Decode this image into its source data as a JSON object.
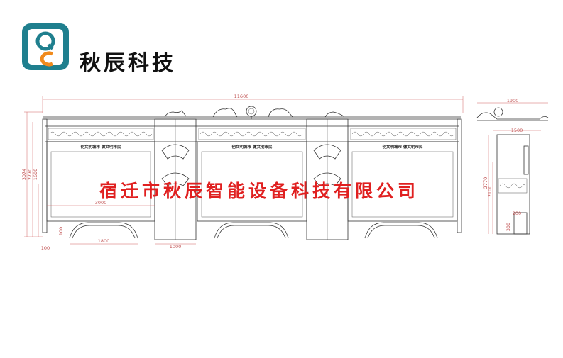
{
  "brand": {
    "logo_letters": "QC",
    "company_short": "秋辰科技"
  },
  "watermark": "宿迁市秋辰智能设备科技有限公司",
  "drawing": {
    "slogans": [
      "创文明城市 做文明市民",
      "创文明城市 做文明市民",
      "创文明城市 做文明市民"
    ],
    "dimensions": {
      "overall_width": "11600",
      "side_depth_top": "1900",
      "side_depth_mid": "1500",
      "panel_width": "3000",
      "leg_span": "1800",
      "column_width": "1000",
      "base_offset": "100",
      "left_100": "100",
      "height_total": "3074",
      "height_2770": "2770",
      "height_1600": "1600",
      "side_height_2770": "2770",
      "side_height_2100": "2100",
      "side_200": "200",
      "side_300": "300"
    }
  },
  "colors": {
    "logo_teal": "#1f7f8e",
    "logo_orange": "#f08a1c",
    "watermark_red": "#e02020",
    "dimension_red": "#c05050"
  }
}
